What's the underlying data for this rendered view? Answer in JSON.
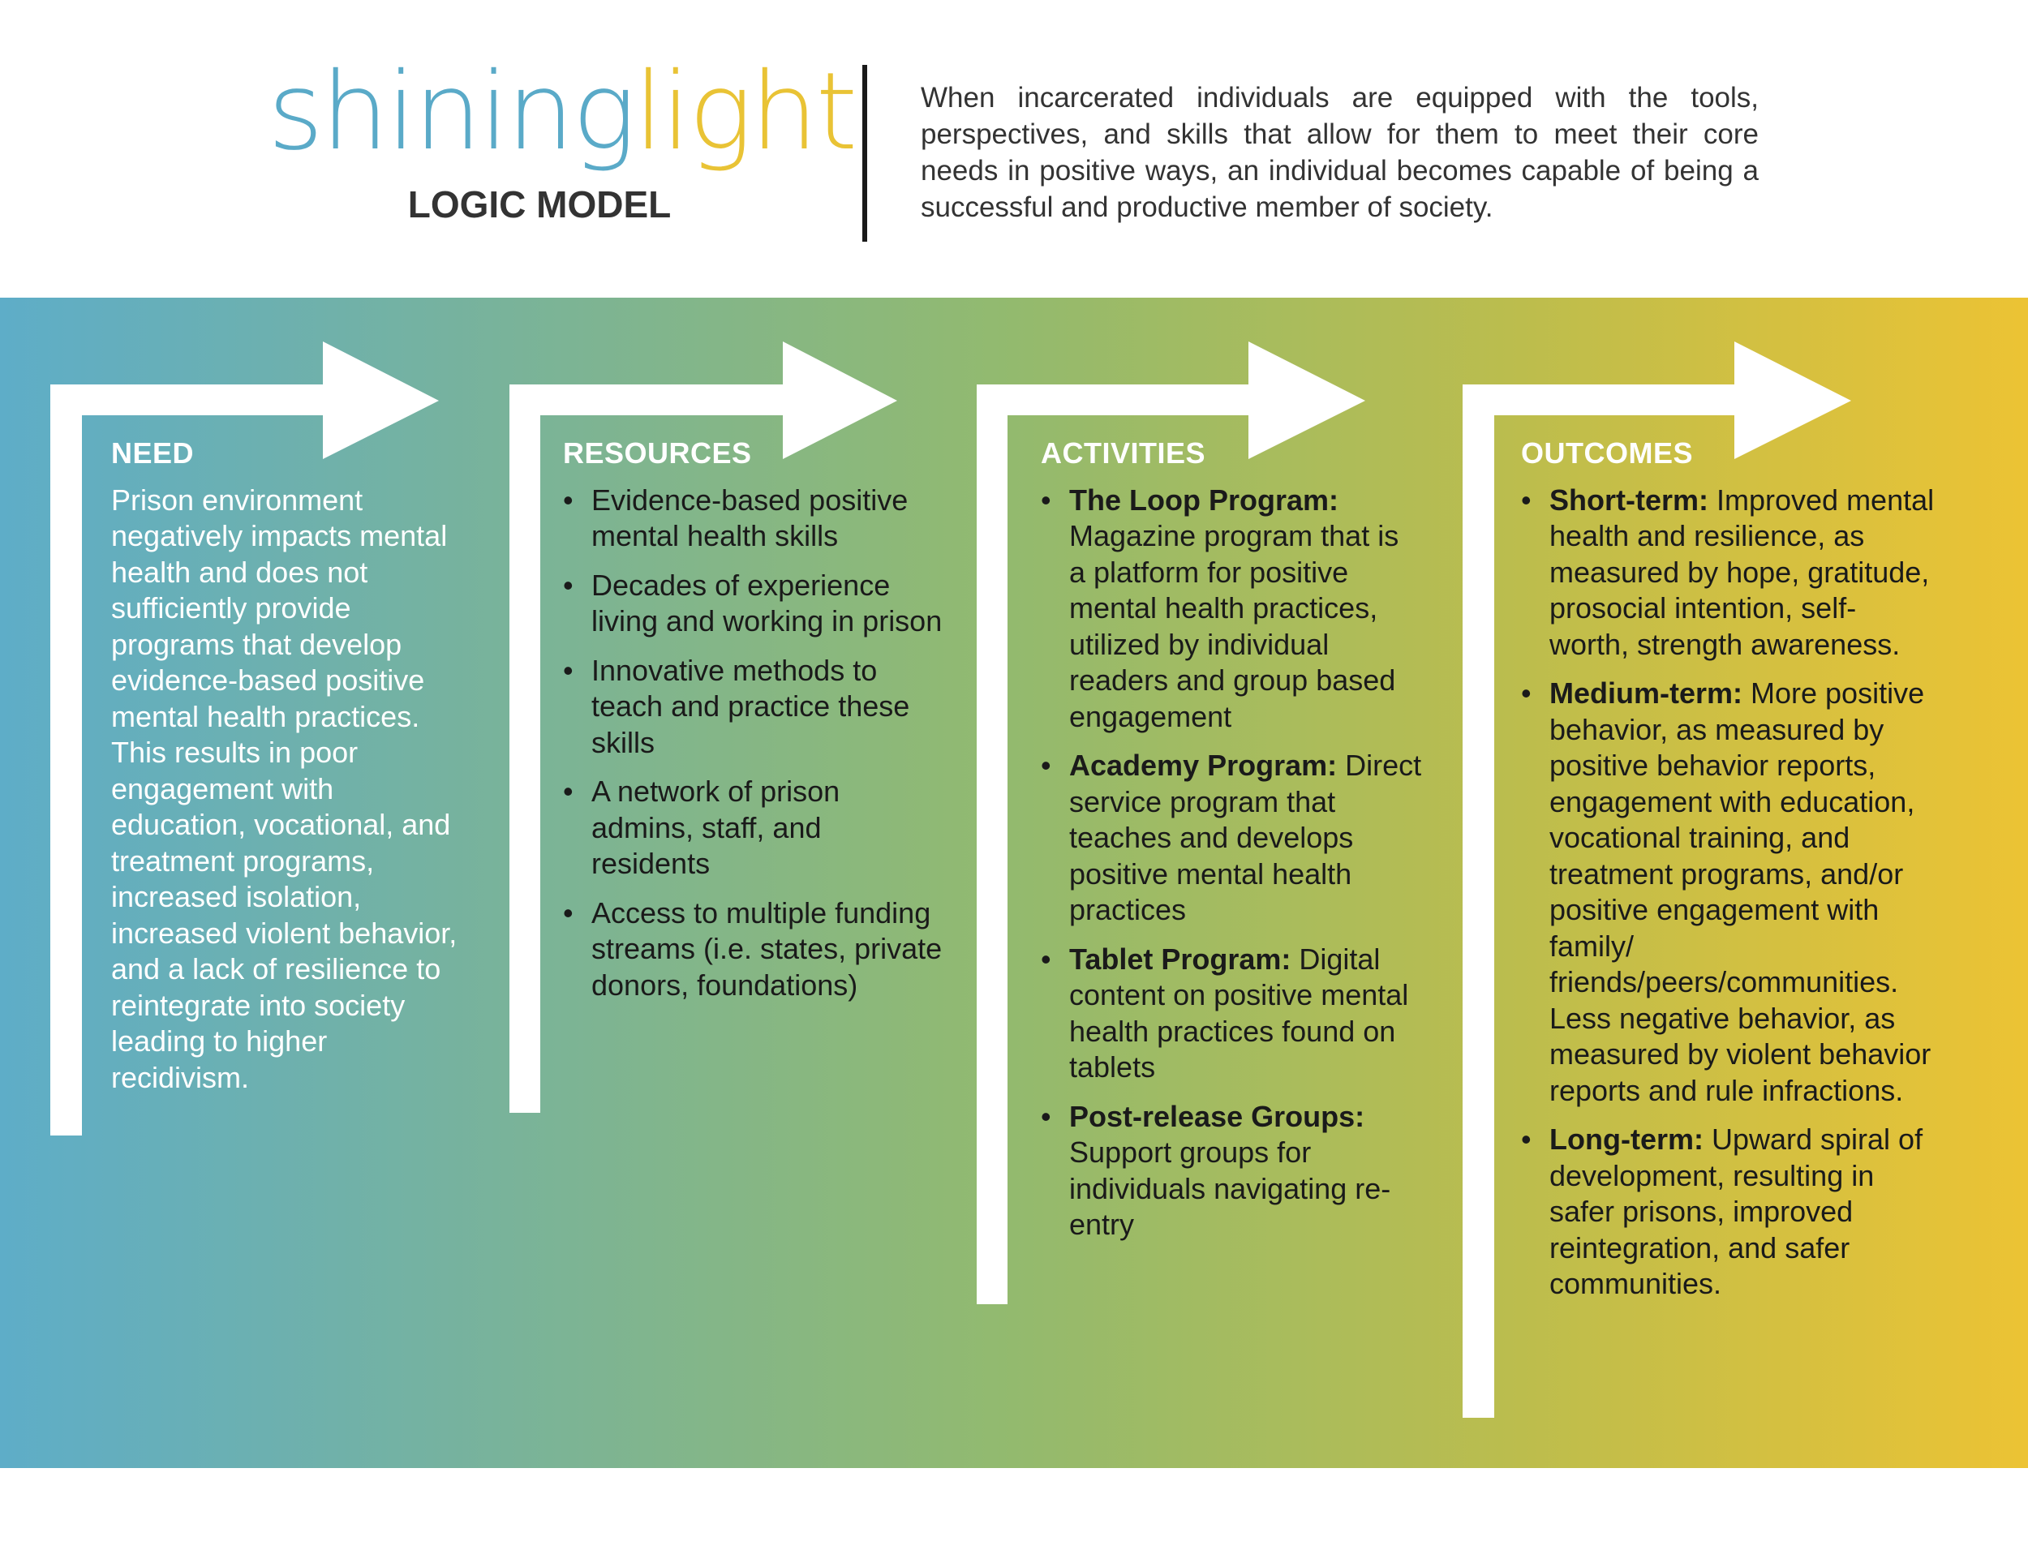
{
  "header": {
    "logo_part1": "shining",
    "logo_part2": "light",
    "subtitle": "LOGIC MODEL",
    "intro": "When incarcerated individuals are equipped with the tools, perspectives, and skills that allow for them to meet their core needs in positive ways, an individual becomes capable of being a successful and productive member of society."
  },
  "colors": {
    "logo_blue": "#5aaac8",
    "logo_yellow": "#e9c335",
    "gradient_start": "#5eadc8",
    "gradient_end": "#ecc334",
    "arrow": "#ffffff"
  },
  "need": {
    "title": "NEED",
    "text": "Prison environment negatively impacts mental health and does not sufficiently provide programs that develop evidence-based positive mental health practices. This results in poor engagement with education, vocational, and treatment programs, increased isolation, increased violent behavior, and a lack of resilience to reintegrate into society leading to higher recidivism."
  },
  "resources": {
    "title": "RESOURCES",
    "items": [
      {
        "text": "Evidence-based positive mental health skills"
      },
      {
        "text": "Decades of experience living and working in prison"
      },
      {
        "text": "Innovative methods to teach and practice these skills"
      },
      {
        "text": "A network of prison admins, staff, and residents"
      },
      {
        "text": "Access to multiple funding streams (i.e. states, private donors, foundations)"
      }
    ]
  },
  "activities": {
    "title": "ACTIVITIES",
    "items": [
      {
        "label": "The Loop Program:",
        "text": " Magazine program that is a platform for positive mental health practices, utilized by individual readers and group based engagement"
      },
      {
        "label": "Academy Program:",
        "text": " Direct service program that teaches and develops positive mental health practices"
      },
      {
        "label": "Tablet Program:",
        "text": " Digital content on positive mental health practices found on tablets"
      },
      {
        "label": "Post-release Groups:",
        "text": " Support groups for individuals navigating re-entry"
      }
    ]
  },
  "outcomes": {
    "title": "OUTCOMES",
    "items": [
      {
        "label": "Short-term:",
        "text": " Improved mental health and resilience, as measured by hope, gratitude, prosocial intention, self-worth, strength awareness."
      },
      {
        "label": "Medium-term:",
        "text": " More positive behavior, as measured by positive behavior reports, engagement with education, vocational training, and treatment programs, and/or positive engagement with family/ friends/peers/communities. Less negative behavior, as measured by violent behavior reports and rule infractions."
      },
      {
        "label": "Long-term:",
        "text": " Upward spiral of development, resulting in safer prisons, improved reintegration, and safer communities."
      }
    ]
  }
}
